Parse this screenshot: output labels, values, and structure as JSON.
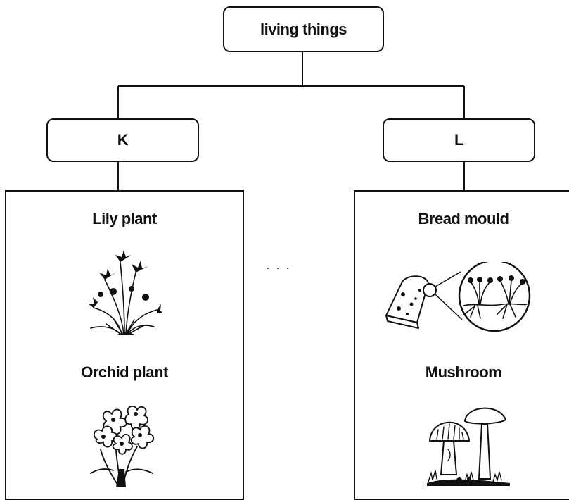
{
  "root": {
    "label": "living things"
  },
  "groups": [
    {
      "label": "K",
      "organisms": [
        {
          "name": "Lily plant",
          "icon": "lily-plant-illustration"
        },
        {
          "name": "Orchid plant",
          "icon": "orchid-plant-illustration"
        }
      ]
    },
    {
      "label": "L",
      "organisms": [
        {
          "name": "Bread mould",
          "icon": "bread-mould-illustration"
        },
        {
          "name": "Mushroom",
          "icon": "mushroom-illustration"
        }
      ]
    }
  ],
  "colors": {
    "ink": "#111111",
    "background": "#ffffff"
  }
}
